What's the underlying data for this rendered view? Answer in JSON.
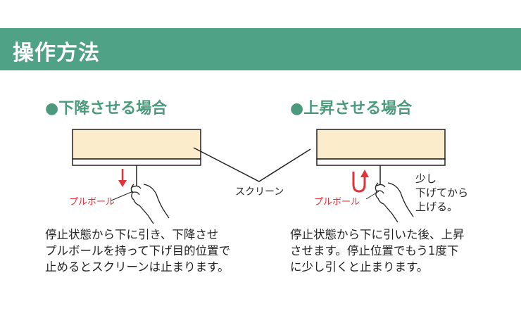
{
  "header": {
    "title": "操作方法"
  },
  "lower": {
    "heading": "●下降させる場合",
    "pull_label": "プルボール",
    "desc": [
      "停止状態から下に引き、下降させ",
      "プルボールを持って下げ目的位置で",
      "止めるとスクリーンは止まります。"
    ]
  },
  "raise": {
    "heading": "●上昇させる場合",
    "pull_label": "プルボール",
    "note": [
      "少し",
      "下げてから",
      "上げる。"
    ],
    "desc": [
      "停止状態から下に引いた後、上昇",
      "させます。停止位置でもう1度下",
      "に少し引くと止まります。"
    ]
  },
  "screen_label": "スクリーン",
  "colors": {
    "header": "#4fa286",
    "heading": "#4c9a7d",
    "screen": "#fbeccb",
    "arrow": "#e0343a"
  }
}
